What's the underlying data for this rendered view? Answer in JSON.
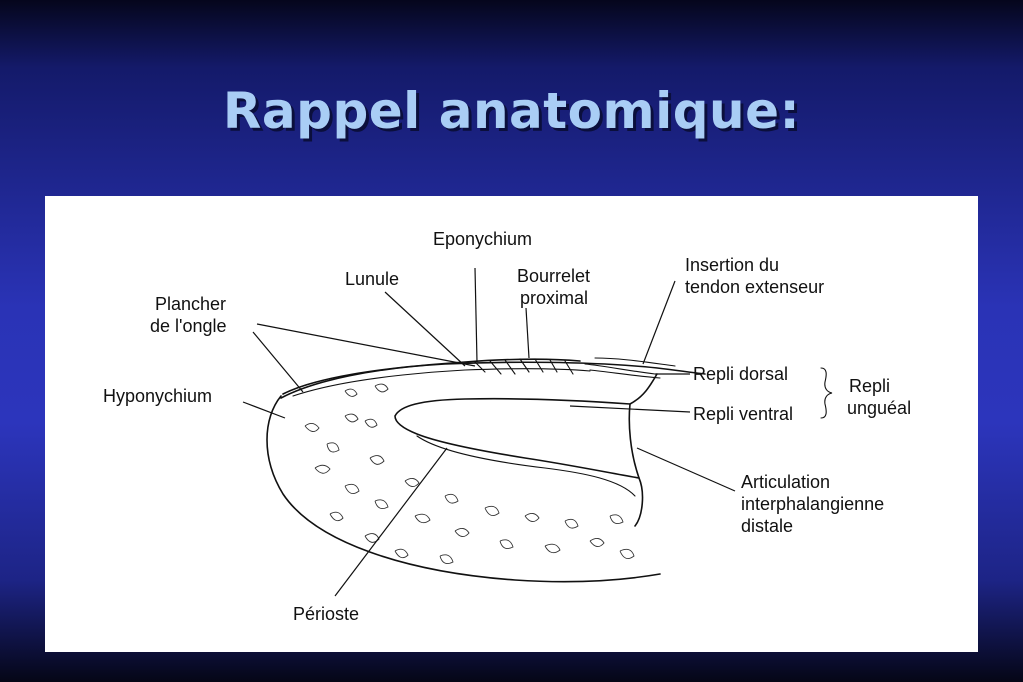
{
  "slide": {
    "title": "Rappel anatomique:"
  },
  "diagram": {
    "labels": {
      "eponychium": "Eponychium",
      "lunule": "Lunule",
      "bourrelet_line1": "Bourrelet",
      "bourrelet_line2": "proximal",
      "insertion_line1": "Insertion du",
      "insertion_line2": "tendon extenseur",
      "plancher_line1": "Plancher",
      "plancher_line2": "de l'ongle",
      "hyponychium": "Hyponychium",
      "repli_dorsal": "Repli dorsal",
      "repli_ventral": "Repli ventral",
      "repli_group_line1": "Repli",
      "repli_group_line2": "unguéal",
      "articulation_line1": "Articulation",
      "articulation_line2": "interphalangienne",
      "articulation_line3": "distale",
      "perioste": "Périoste"
    }
  }
}
